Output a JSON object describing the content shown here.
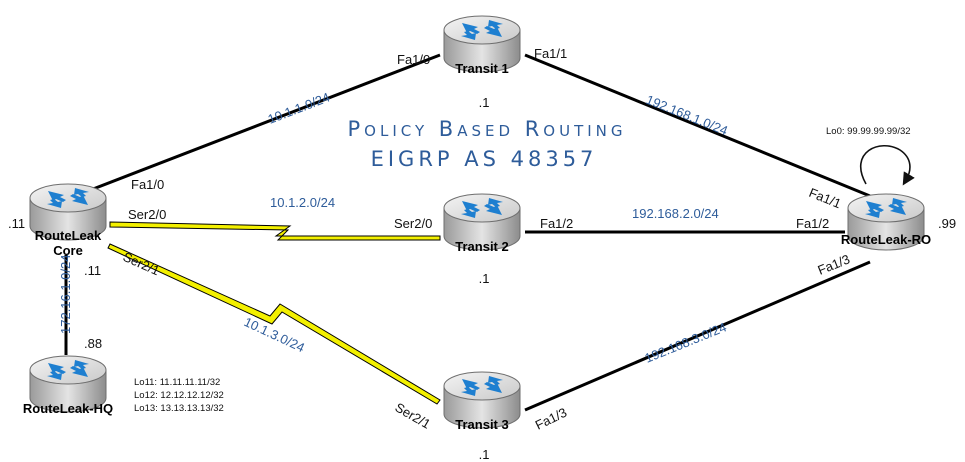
{
  "title": {
    "line1": "Policy Based Routing",
    "line2": "EIGRP AS 48357"
  },
  "routers": {
    "transit1": {
      "name": "Transit 1",
      "host": ".1"
    },
    "transit2": {
      "name": "Transit 2",
      "host": ".1"
    },
    "transit3": {
      "name": "Transit 3",
      "host": ".1"
    },
    "core": {
      "name_line1": "RouteLeak",
      "name_line2": "Core",
      "host_left": ".11",
      "host_down": ".11"
    },
    "ro": {
      "name": "RouteLeak-RO",
      "host": ".99",
      "loopback": "Lo0: 99.99.99.99/32"
    },
    "hq": {
      "name": "RouteLeak-HQ",
      "host": ".88",
      "loopbacks": [
        "Lo11: 11.11.11.11/32",
        "Lo12: 12.12.12.12/32",
        "Lo13: 13.13.13.13/32"
      ]
    }
  },
  "interfaces": {
    "t1_fa10": "Fa1/0",
    "t1_fa11": "Fa1/1",
    "t2_ser20": "Ser2/0",
    "t2_fa12": "Fa1/2",
    "t3_ser21": "Ser2/1",
    "t3_fa13": "Fa1/3",
    "core_fa10": "Fa1/0",
    "core_ser20": "Ser2/0",
    "core_ser21": "Ser2/1",
    "ro_fa11": "Fa1/1",
    "ro_fa12": "Fa1/2",
    "ro_fa13": "Fa1/3"
  },
  "networks": {
    "n_10_1_1": "10.1.1.0/24",
    "n_10_1_2": "10.1.2.0/24",
    "n_10_1_3": "10.1.3.0/24",
    "n_192_1": "192.168.1.0/24",
    "n_192_2": "192.168.2.0/24",
    "n_192_3": "192.168.3.0/24",
    "n_172": "172.16.1.0/24"
  },
  "colors": {
    "network_text": "#2e5c9a",
    "serial_bolt": "#f3f000",
    "router_arrow": "#1e7fd0"
  },
  "icons": {
    "router": "router-icon",
    "loop_arrow": "loop-arrow-icon"
  }
}
